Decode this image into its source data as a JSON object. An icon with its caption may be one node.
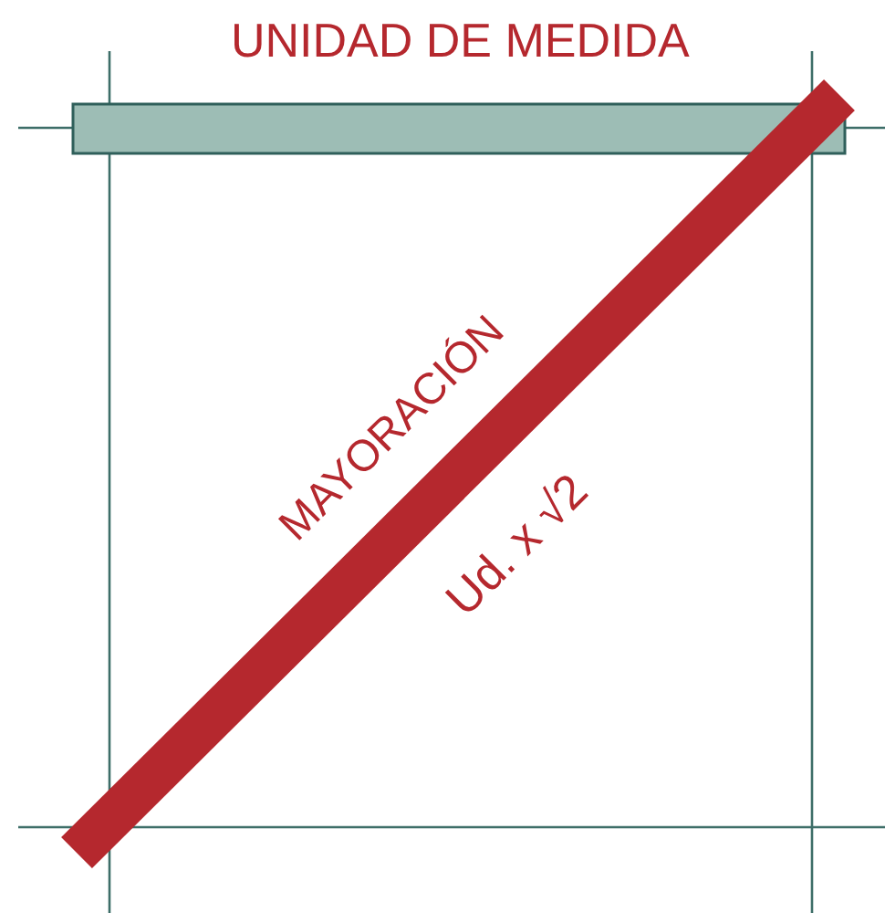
{
  "diagram": {
    "title": "UNIDAD DE MEDIDA",
    "labels": [
      "MAYORACIÓN",
      "Ud. x √2"
    ]
  }
}
